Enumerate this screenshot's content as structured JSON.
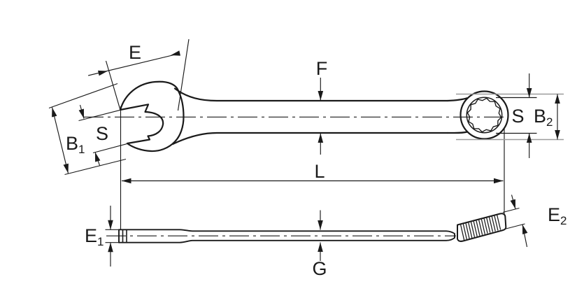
{
  "drawing": {
    "subject": "combination-wrench-dimensional-drawing",
    "colors": {
      "line": "#1a1a1a",
      "extension_gray": "#9b9b9b",
      "background": "#ffffff"
    }
  },
  "labels": {
    "E": "E",
    "F": "F",
    "L": "L",
    "G": "G",
    "S_open_end": "S",
    "S_ring_end": "S",
    "B1": {
      "main": "B",
      "sub": "1"
    },
    "B2": {
      "main": "B",
      "sub": "2"
    },
    "E1": {
      "main": "E",
      "sub": "1"
    },
    "E2": {
      "main": "E",
      "sub": "2"
    }
  }
}
